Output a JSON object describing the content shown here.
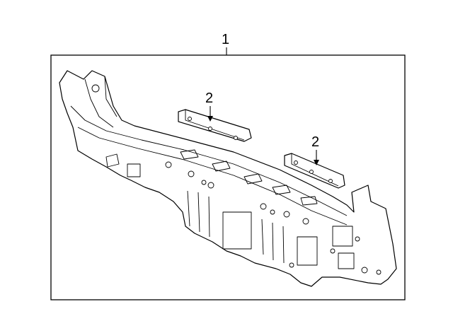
{
  "diagram": {
    "callouts": {
      "assembly": "1",
      "bracket_left": "2",
      "bracket_right": "2"
    },
    "colors": {
      "line": "#000000",
      "background": "#ffffff"
    }
  }
}
